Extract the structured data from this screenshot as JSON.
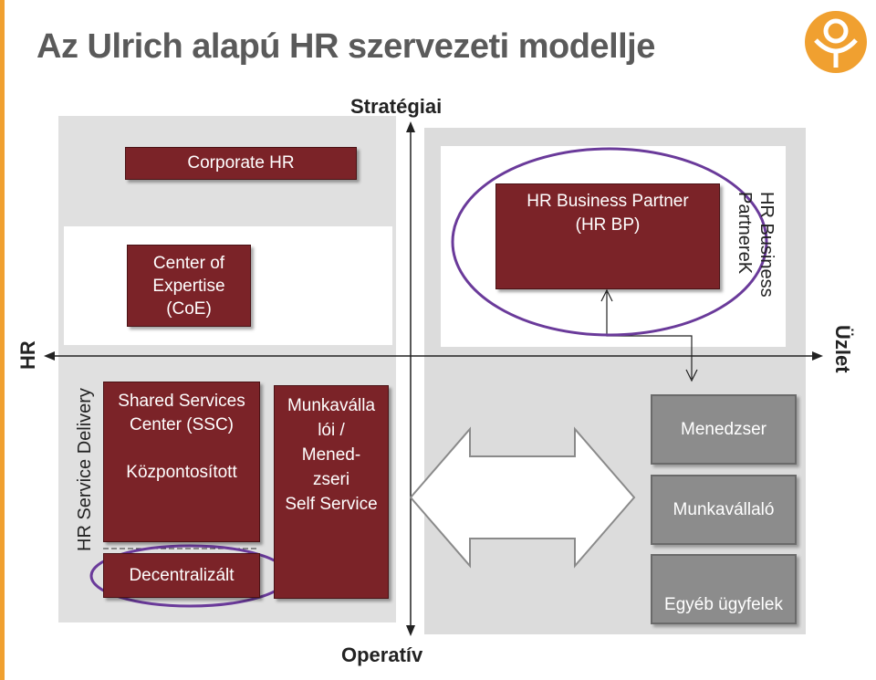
{
  "title": "Az Ulrich alapú HR szervezeti modellje",
  "axes": {
    "top": "Stratégiai",
    "bottom": "Operatív",
    "left": "HR",
    "right": "Üzlet"
  },
  "side_labels": {
    "left": "HR Service Delivery",
    "right_line1": "HR Business",
    "right_line2": "PartnereK"
  },
  "boxes": {
    "corporate_hr": "Corporate HR",
    "coe_line1": "Center of",
    "coe_line2": "Expertise",
    "coe_line3": "(CoE)",
    "ssc_line1": "Shared Services",
    "ssc_line2": "Center (SSC)",
    "ssc_line3": "Központosított",
    "decentral": "Decentralizált",
    "self_line1": "Munkaválla",
    "self_line2": "lói /",
    "self_line3": "Mened-",
    "self_line4": "zseri",
    "self_line5": "Self Service",
    "hrbp_line1": "HR Business Partner",
    "hrbp_line2": "(HR BP)",
    "manager": "Menedzser",
    "employee": "Munkavállaló",
    "other": "Egyéb ügyfelek"
  },
  "colors": {
    "box_red": "#7b2328",
    "box_gray": "#8c8c8c",
    "ellipse": "#6a3a9a",
    "logo": "#f0a030"
  },
  "icons": {
    "logo": "flower-logo-icon"
  }
}
